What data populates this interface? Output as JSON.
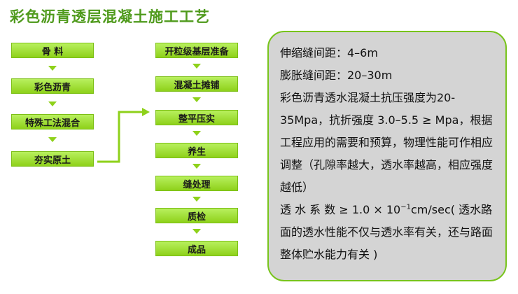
{
  "title": "彩色沥青透层混凝土施工工艺",
  "left_steps": [
    "骨 料",
    "彩色沥青",
    "特殊工法混合",
    "夯实原土"
  ],
  "right_steps": [
    "开粒级基层准备",
    "混凝土摊铺",
    "整平压实",
    "养生",
    "缝处理",
    "质检",
    "成品"
  ],
  "specs": {
    "line1": "伸缩缝间距：4–6m",
    "line2": "膨胀缝间距：20–30m",
    "para1": "彩色沥青透水混凝土抗压强度为20-35Mpa，抗折强度 3.0–5.5 ≥ Mpa，根据工程应用的需要和预算，物理性能可作相应调整（孔隙率越大，透水率越高，相应强度越低）",
    "para2_before": "透 水 系 数 ≥ 1.0 × 10",
    "para2_exp": "−1",
    "para2_after": "cm/sec( 透水路面的透水性能不仅与透水率有关，还与路面整体贮水能力有关 )"
  },
  "colors": {
    "box_fill": "#8ed11a",
    "title": "#4f9a1c",
    "panel_bg": "#d4d4d4",
    "panel_border": "#78c41c"
  }
}
